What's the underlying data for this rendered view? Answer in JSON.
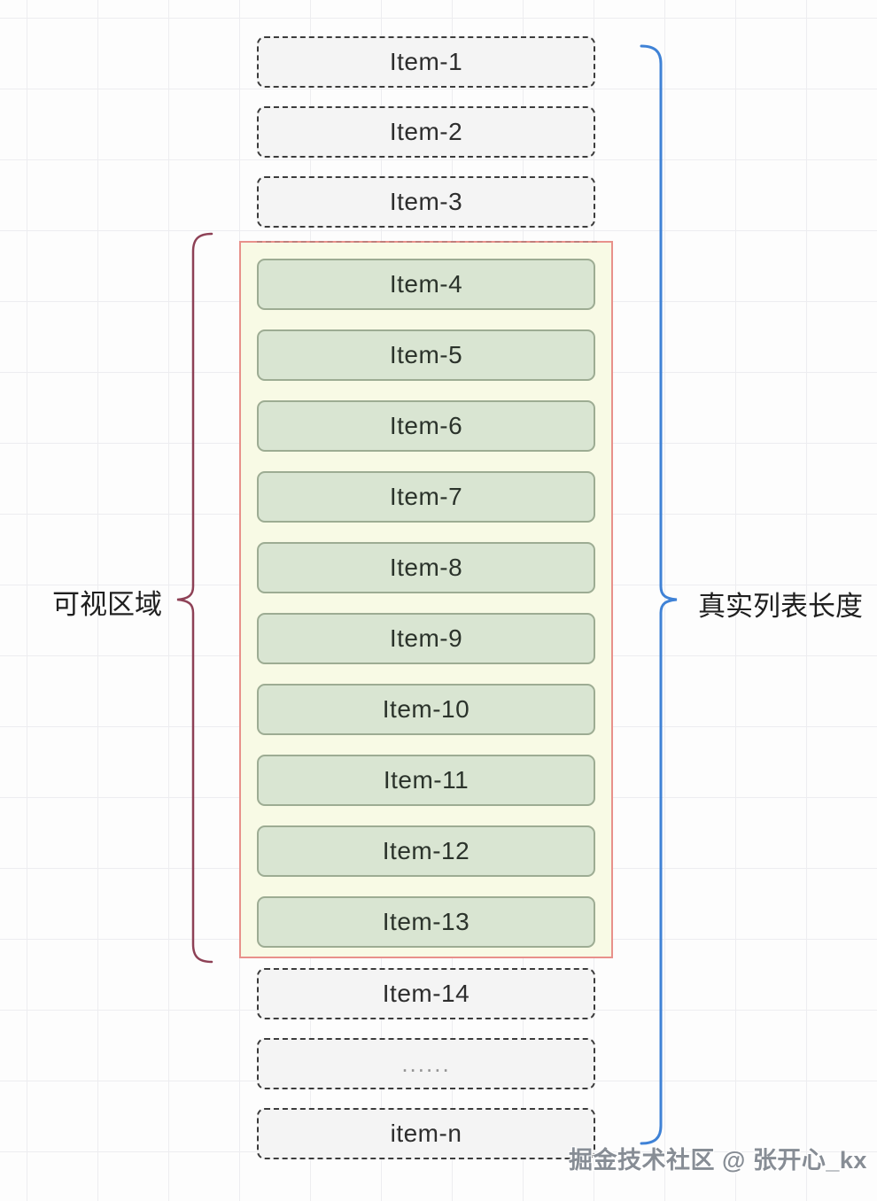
{
  "diagram": {
    "top_items": [
      {
        "label": "Item-1"
      },
      {
        "label": "Item-2"
      },
      {
        "label": "Item-3"
      }
    ],
    "viewport_items": [
      {
        "label": "Item-4"
      },
      {
        "label": "Item-5"
      },
      {
        "label": "Item-6"
      },
      {
        "label": "Item-7"
      },
      {
        "label": "Item-8"
      },
      {
        "label": "Item-9"
      },
      {
        "label": "Item-10"
      },
      {
        "label": "Item-11"
      },
      {
        "label": "Item-12"
      },
      {
        "label": "Item-13"
      }
    ],
    "bottom_items": [
      {
        "label": "Item-14"
      },
      {
        "label": "......",
        "muted": true
      },
      {
        "label": "item-n"
      }
    ],
    "left_label": "可视区域",
    "right_label": "真实列表长度",
    "watermark": "掘金技术社区 @ 张开心_kx",
    "colors": {
      "viewport_border": "#e8918b",
      "viewport_fill": "#f8fae5",
      "item_fill": "#d9e5d2",
      "item_border": "#9dac93",
      "dashed_fill": "#f4f4f4",
      "dashed_border": "#3c3c3c",
      "left_brace": "#8e4156",
      "right_brace": "#3f82d6"
    }
  }
}
